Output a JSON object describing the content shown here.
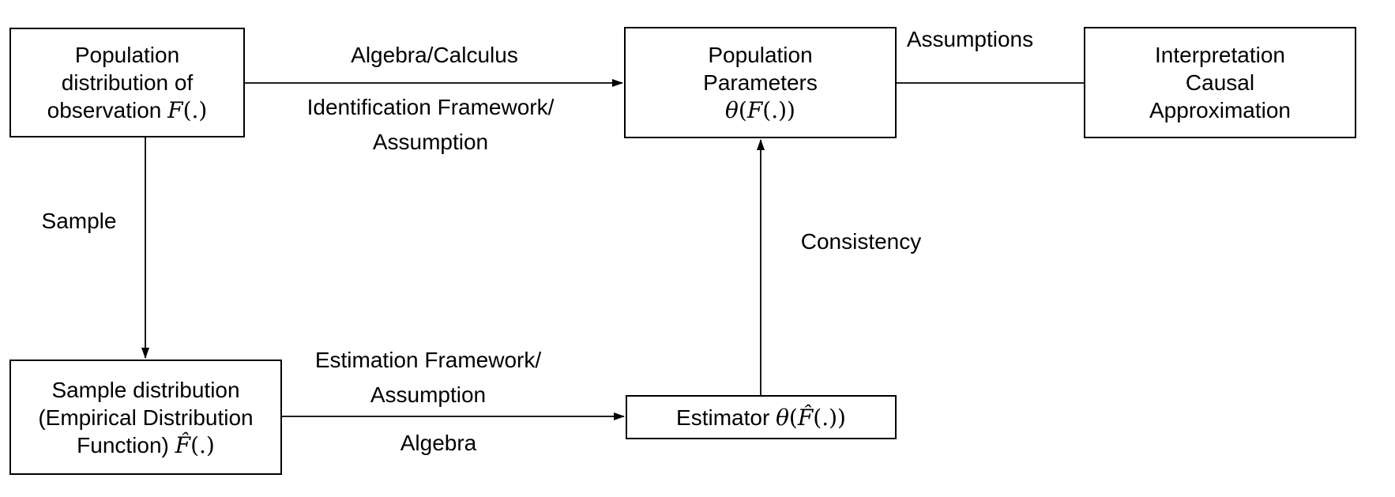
{
  "colors": {
    "background": "#ffffff",
    "stroke": "#000000",
    "text": "#000000",
    "box_fill": "#ffffff"
  },
  "boxes": {
    "population_distribution": {
      "line1": "Population",
      "line2": "distribution of",
      "line3_text": "observation ",
      "line3_f": "F",
      "line3_args": "(.)"
    },
    "population_parameters": {
      "line1": "Population",
      "line2": "Parameters",
      "theta": "θ",
      "open": "(",
      "f": "F",
      "args": "(.))"
    },
    "interpretation": {
      "line1": "Interpretation",
      "line2": "Causal",
      "line3": "Approximation"
    },
    "sample_distribution": {
      "line1": "Sample distribution",
      "line2": "(Empirical Distribution",
      "line3_text": "Function) ",
      "line3_f": "F̂",
      "line3_args": "(.)"
    },
    "estimator": {
      "text": "Estimator ",
      "theta": "θ",
      "open": "(",
      "f": "F̂",
      "args": "(.))"
    }
  },
  "edge_labels": {
    "algebra_calculus": "Algebra/Calculus",
    "identification_line1": "Identification Framework/",
    "identification_line2": "Assumption",
    "assumptions": "Assumptions",
    "sample": "Sample",
    "estimation_line1": "Estimation Framework/",
    "estimation_line2": "Assumption",
    "algebra": "Algebra",
    "consistency": "Consistency"
  }
}
